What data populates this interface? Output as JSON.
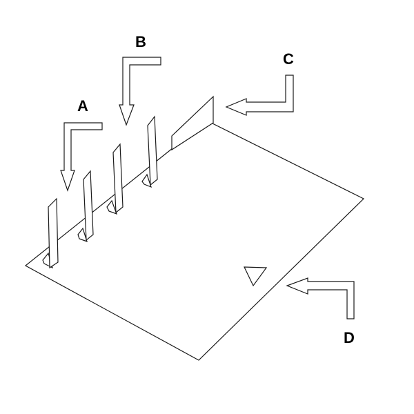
{
  "labels": {
    "a": "A",
    "b": "B",
    "c": "C",
    "d": "D"
  },
  "colors": {
    "stroke": "#1a1a1a",
    "fill": "#ffffff",
    "text": "#000000"
  }
}
